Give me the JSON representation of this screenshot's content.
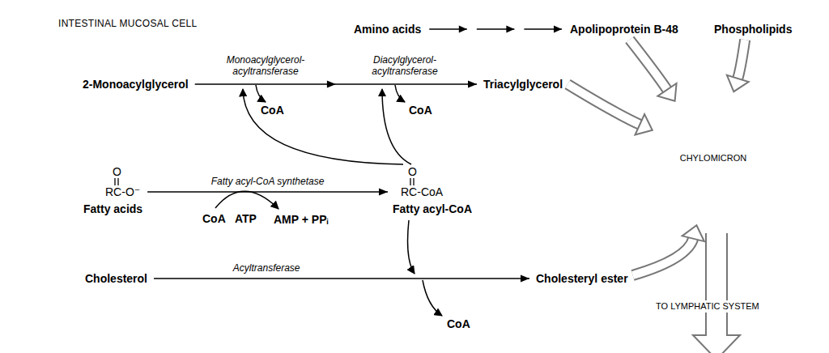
{
  "diagram": {
    "nodes": [
      {
        "text": [
          "INTESTINAL MUCOSAL CELL"
        ]
      },
      {
        "text": [
          "Amino acids"
        ],
        "in": 0
      },
      {
        "text": [
          "Apolipoprotein B-48"
        ],
        "in": 0
      },
      {
        "text": [
          "Phospholipids"
        ],
        "in": 0
      },
      {
        "text": [
          "2-Monoacylglycerol"
        ],
        "in": 0
      },
      {
        "text": [
          "Triacylglycerol"
        ],
        "in": 0
      },
      {
        "text": [
          "CHYLOMICRON"
        ],
        "in": 0
      },
      {
        "text": [
          "O",
          "RC-O⁻",
          "Fatty acids"
        ],
        "in": 0
      },
      {
        "text": [
          "O",
          "RC-CoA",
          "Fatty acyl-CoA"
        ],
        "in": 0
      },
      {
        "text": [
          "Cholesterol"
        ],
        "in": 0
      },
      {
        "text": [
          "Cholesteryl ester"
        ],
        "in": 0
      }
    ],
    "edges": [
      {
        "from": 1,
        "to": 2,
        "arrow": "to"
      },
      {
        "from": 4,
        "to": 5,
        "arrow": "to"
      },
      {
        "from": 7,
        "to": 8,
        "label": "Fatty acyl-CoA synthetase",
        "arrow": "to"
      },
      {
        "from": 9,
        "to": 10,
        "label": "Acyltransferase",
        "arrow": "to"
      },
      {
        "from": 2,
        "to": 6,
        "arrow": "to"
      },
      {
        "from": 3,
        "to": 6,
        "arrow": "to"
      },
      {
        "from": 5,
        "to": 6,
        "arrow": "to"
      },
      {
        "from": 10,
        "to": 6,
        "arrow": "to"
      }
    ],
    "labels": [
      "Monoacylglycerol- acyltransferase",
      "CoA",
      "Diacylglycerol- acyltransferase",
      "CoA",
      "CoA",
      "ATP",
      "AMP + PPᵢ",
      "CoA",
      "TO LYMPHATIC SYSTEM"
    ]
  }
}
